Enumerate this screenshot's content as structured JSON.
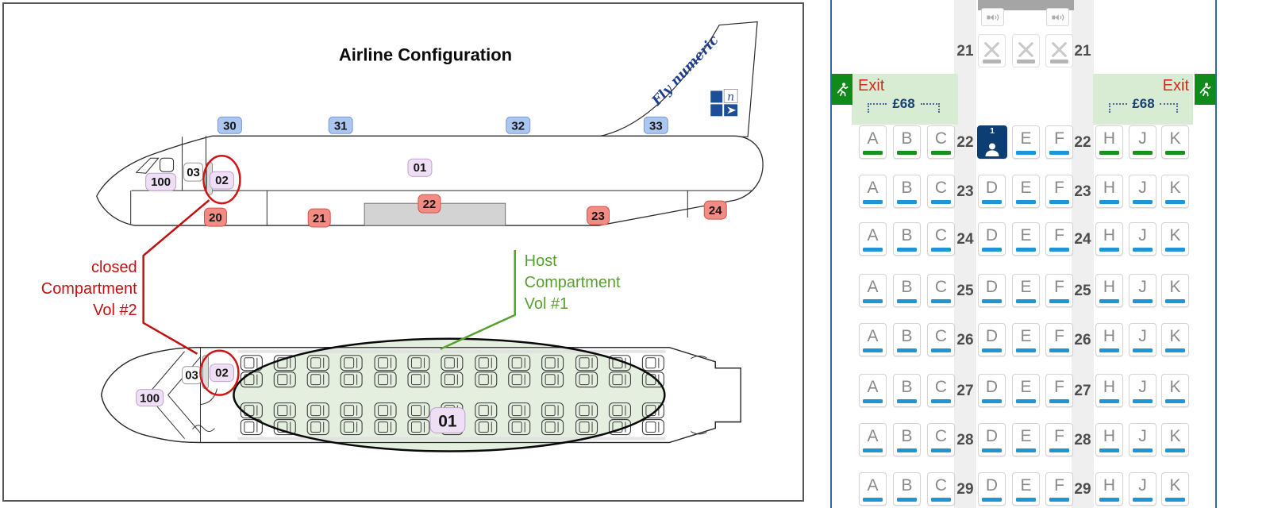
{
  "diagram": {
    "title": "Airline Configuration",
    "tail": {
      "brand": "Fly numeric",
      "logo_letter": "n"
    },
    "side_view": {
      "top_labels": [
        "30",
        "31",
        "32",
        "33"
      ],
      "cabin_labels": [
        "100",
        "03",
        "02",
        "01"
      ],
      "belly_labels": [
        "20",
        "21",
        "22",
        "23",
        "24"
      ]
    },
    "top_view": {
      "labels": [
        "100",
        "03",
        "02",
        "01"
      ]
    },
    "annotations": {
      "closed_compartment": [
        "closed",
        "Compartment",
        "Vol #2"
      ],
      "host_compartment": [
        "Host",
        "Compartment",
        "Vol #1"
      ]
    },
    "colors": {
      "annotation_red": "#c01212",
      "annotation_green": "#57a12f",
      "label_blue_bg": "#abc7f1",
      "label_purple_bg": "#efdff5",
      "label_red_bg": "#f28b84",
      "cabin_highlight": "#e4efe0",
      "brand_blue": "#1e3d8f"
    }
  },
  "seatmap": {
    "exit_label": "Exit",
    "exit_price": "£68",
    "selected_badge": "1",
    "colors": {
      "available_underline": "#1e95d4",
      "exit_underline": "#1d8f1f",
      "selected_bg": "#0d3e73",
      "exit_band_bg": "#d7ecd3",
      "exit_block_bg": "#0f8a1b",
      "exit_text": "#d42a1d",
      "price_text": "#173f73",
      "panel_border": "#3465a4"
    },
    "rows": [
      {
        "number": "21",
        "seats": {
          "D": "blocked",
          "E": "blocked",
          "F": "blocked"
        }
      },
      {
        "number": "22",
        "seats": {
          "A": "exit",
          "B": "exit",
          "C": "exit",
          "D": "selected",
          "E": "available",
          "F": "available",
          "H": "exit",
          "J": "exit",
          "K": "exit"
        }
      },
      {
        "number": "23",
        "seats": {
          "A": "available",
          "B": "available",
          "C": "available",
          "D": "available",
          "E": "available",
          "F": "available",
          "H": "available",
          "J": "available",
          "K": "available"
        }
      },
      {
        "number": "24",
        "seats": {
          "A": "available",
          "B": "available",
          "C": "available",
          "D": "available",
          "E": "available",
          "F": "available",
          "H": "available",
          "J": "available",
          "K": "available"
        }
      },
      {
        "number": "25",
        "seats": {
          "A": "available",
          "B": "available",
          "C": "available",
          "D": "available",
          "E": "available",
          "F": "available",
          "H": "available",
          "J": "available",
          "K": "available"
        }
      },
      {
        "number": "26",
        "seats": {
          "A": "available",
          "B": "available",
          "C": "available",
          "D": "available",
          "E": "available",
          "F": "available",
          "H": "available",
          "J": "available",
          "K": "available"
        }
      },
      {
        "number": "27",
        "seats": {
          "A": "available",
          "B": "available",
          "C": "available",
          "D": "available",
          "E": "available",
          "F": "available",
          "H": "available",
          "J": "available",
          "K": "available"
        }
      },
      {
        "number": "28",
        "seats": {
          "A": "available",
          "B": "available",
          "C": "available",
          "D": "available",
          "E": "available",
          "F": "available",
          "H": "available",
          "J": "available",
          "K": "available"
        }
      },
      {
        "number": "29",
        "seats": {
          "A": "available",
          "B": "available",
          "C": "available",
          "D": "available",
          "E": "available",
          "F": "available",
          "H": "available",
          "J": "available",
          "K": "available"
        }
      }
    ]
  }
}
